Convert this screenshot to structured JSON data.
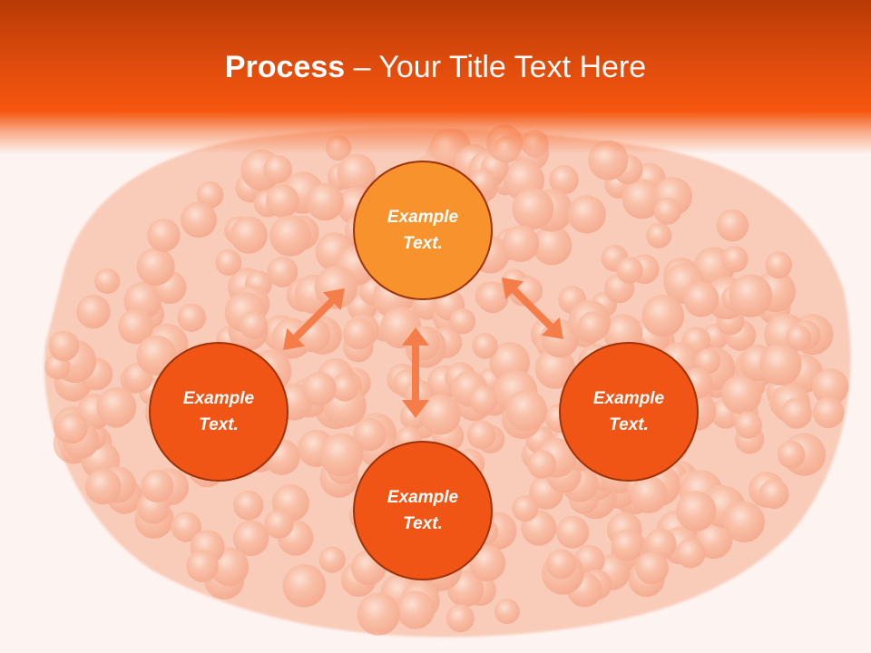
{
  "title": {
    "bold": "Process",
    "regular": " – Your Title Text Here"
  },
  "nodes": {
    "top": "Example Text.",
    "left": "Example Text.",
    "right": "Example Text.",
    "bottom": "Example Text."
  },
  "colors": {
    "header": "#e24d0d",
    "node_top": "#f7922c",
    "node_other": "#f15515",
    "node_border": "#9e3208",
    "arrow": "#f57d4a",
    "background_texture": "#f6a88c"
  },
  "icons": [
    "double-arrow-diagonal-left",
    "double-arrow-vertical",
    "double-arrow-diagonal-right"
  ]
}
